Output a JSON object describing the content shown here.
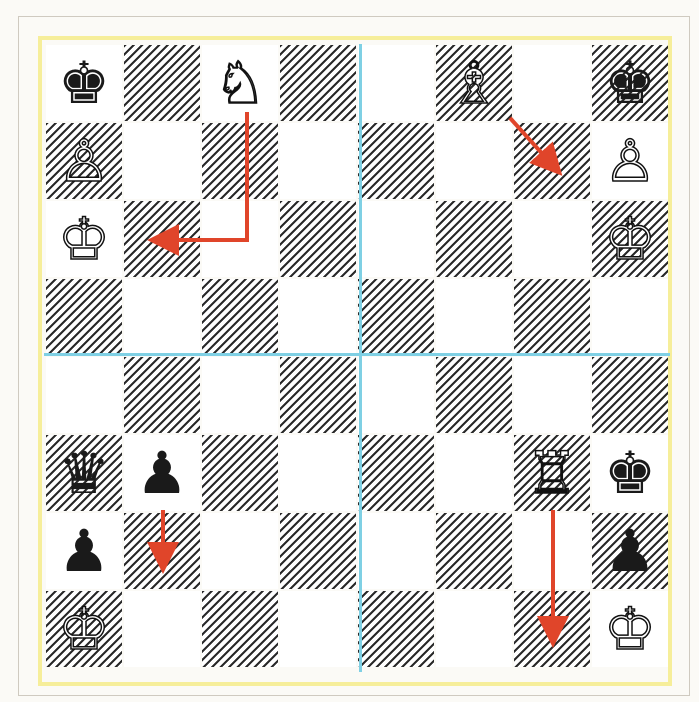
{
  "diagram": {
    "board_files": 8,
    "board_ranks": 8,
    "colors": {
      "board_border": "#f6ee9a",
      "divider": "#7fd0e4",
      "arrow": "#e0452a",
      "dark_square_hatch": "#2a2a2a"
    },
    "panels": [
      {
        "position": "top-left",
        "pieces": [
          {
            "piece": "black-king",
            "glyph": "♚",
            "color": "black",
            "square": [
              0,
              0
            ]
          },
          {
            "piece": "white-knight",
            "glyph": "♘",
            "color": "white",
            "square": [
              2,
              0
            ]
          },
          {
            "piece": "white-pawn",
            "glyph": "♙",
            "color": "white",
            "square": [
              0,
              1
            ]
          },
          {
            "piece": "white-king",
            "glyph": "♔",
            "color": "white",
            "square": [
              0,
              2
            ]
          }
        ],
        "arrows": [
          {
            "from": [
              2,
              0
            ],
            "to": [
              1,
              2
            ],
            "type": "knight-move"
          }
        ]
      },
      {
        "position": "top-right",
        "pieces": [
          {
            "piece": "white-bishop",
            "glyph": "♗",
            "color": "white",
            "square": [
              5,
              0
            ]
          },
          {
            "piece": "black-king",
            "glyph": "♚",
            "color": "black",
            "square": [
              7,
              0
            ]
          },
          {
            "piece": "white-pawn",
            "glyph": "♙",
            "color": "white",
            "square": [
              7,
              1
            ]
          },
          {
            "piece": "white-king",
            "glyph": "♔",
            "color": "white",
            "square": [
              7,
              2
            ]
          }
        ],
        "arrows": [
          {
            "from": [
              5,
              0
            ],
            "to": [
              6,
              1
            ],
            "type": "diagonal-move"
          }
        ]
      },
      {
        "position": "bottom-left",
        "pieces": [
          {
            "piece": "black-queen",
            "glyph": "♛",
            "color": "black",
            "square": [
              0,
              5
            ]
          },
          {
            "piece": "black-pawn",
            "glyph": "♟",
            "color": "black",
            "square": [
              1,
              5
            ]
          },
          {
            "piece": "black-pawn",
            "glyph": "♟",
            "color": "black",
            "square": [
              0,
              6
            ]
          },
          {
            "piece": "white-king",
            "glyph": "♔",
            "color": "white",
            "square": [
              0,
              7
            ]
          }
        ],
        "arrows": [
          {
            "from": [
              1,
              5
            ],
            "to": [
              1,
              6
            ],
            "type": "pawn-move"
          }
        ]
      },
      {
        "position": "bottom-right",
        "pieces": [
          {
            "piece": "white-rook",
            "glyph": "♖",
            "color": "white",
            "square": [
              6,
              5
            ]
          },
          {
            "piece": "black-king",
            "glyph": "♚",
            "color": "black",
            "square": [
              7,
              5
            ]
          },
          {
            "piece": "black-pawn",
            "glyph": "♟",
            "color": "black",
            "square": [
              7,
              6
            ]
          },
          {
            "piece": "white-king",
            "glyph": "♔",
            "color": "white",
            "square": [
              7,
              7
            ]
          }
        ],
        "arrows": [
          {
            "from": [
              6,
              5
            ],
            "to": [
              6,
              7
            ],
            "type": "rook-move"
          }
        ]
      }
    ]
  }
}
